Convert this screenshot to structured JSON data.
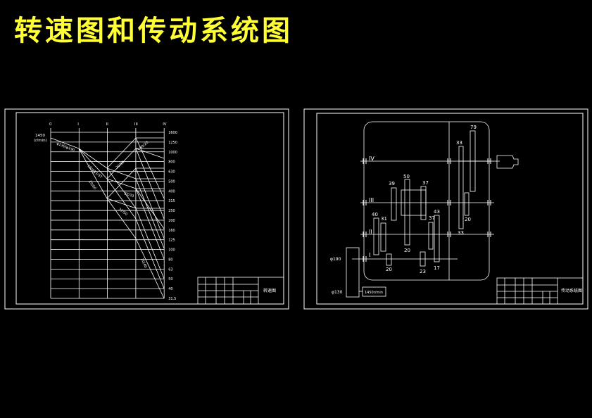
{
  "page": {
    "title": "转速图和传动系统图",
    "colors": {
      "background": "#000000",
      "title": "#ffff33",
      "lines": "#ffffff"
    }
  },
  "speed_diagram": {
    "shafts": [
      "0",
      "I",
      "II",
      "III",
      "IV"
    ],
    "speeds": [
      "1600",
      "1250",
      "1000",
      "800",
      "630",
      "500",
      "400",
      "315",
      "250",
      "200",
      "160",
      "125",
      "100",
      "80",
      "63",
      "50",
      "40",
      "31.5"
    ],
    "input_speed": "1450",
    "input_unit": "(r/min)",
    "ratio_labels": [
      "φ130/φ190",
      "19/47",
      "20/60",
      "37/37",
      "20/80",
      "33/33",
      "80/20",
      "37/50",
      "20/40"
    ],
    "title_block_label": "转速图"
  },
  "transmission_diagram": {
    "shafts": [
      "IV",
      "III",
      "II",
      "I"
    ],
    "gears": [
      "79",
      "33",
      "39",
      "50",
      "37",
      "43",
      "37",
      "40",
      "31",
      "20",
      "20",
      "23",
      "17",
      "20",
      "33"
    ],
    "pulleys": [
      "φ190",
      "φ130"
    ],
    "motor_label": "1450r/min",
    "title_block_label": "传动系统图"
  }
}
